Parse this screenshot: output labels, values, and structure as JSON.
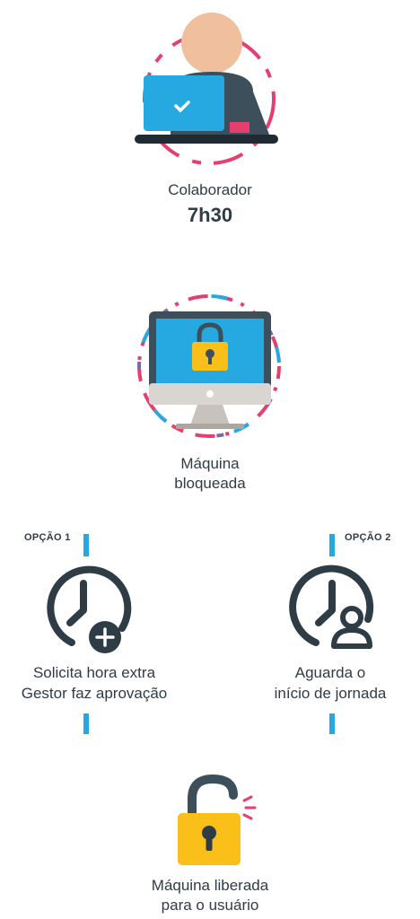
{
  "steps": {
    "worker": {
      "title": "Colaborador",
      "time": "7h30"
    },
    "locked": {
      "line1": "Máquina",
      "line2": "bloqueada"
    },
    "option1": {
      "tag": "OPÇÃO 1",
      "line1": "Solicita hora extra",
      "line2": "Gestor faz aprovação"
    },
    "option2": {
      "tag": "OPÇÃO 2",
      "line1": "Aguarda o",
      "line2": "início de jornada"
    },
    "released": {
      "line1": "Máquina liberada",
      "line2": "para o usuário"
    }
  },
  "colors": {
    "pink": "#e43f6f",
    "blue": "#26a9e0",
    "purple": "#7c68a8",
    "dark": "#2e3c46",
    "yellow": "#fbbf1a",
    "skin": "#f0bf9e"
  },
  "icons": [
    "worker-laptop-icon",
    "monitor-lock-icon",
    "clock-plus-icon",
    "clock-user-icon",
    "padlock-open-icon"
  ]
}
